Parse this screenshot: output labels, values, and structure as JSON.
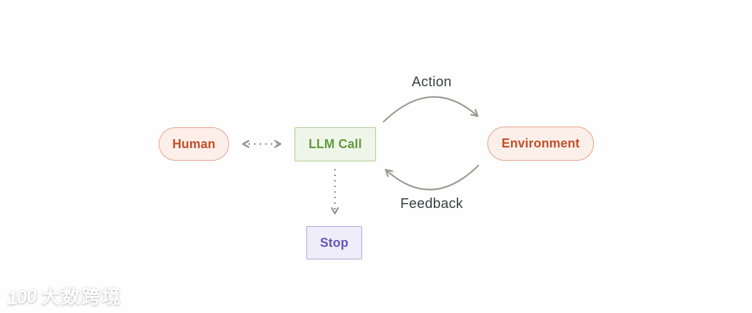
{
  "diagram": {
    "nodes": {
      "human": {
        "label": "Human"
      },
      "llm_call": {
        "label": "LLM Call"
      },
      "environment": {
        "label": "Environment"
      },
      "stop": {
        "label": "Stop"
      }
    },
    "edges": {
      "action": {
        "label": "Action"
      },
      "feedback": {
        "label": "Feedback"
      },
      "human_llm": {
        "style": "dashed-double-arrow"
      },
      "llm_stop": {
        "style": "dashed-arrow-down"
      }
    }
  },
  "watermark": {
    "logo": "100",
    "text": "大数跨境"
  },
  "colors": {
    "page_bg": "#FEFEFE",
    "pill_bg": "#FCEFE9",
    "pill_border": "#E4A385",
    "pill_text": "#C14F27",
    "llm_bg": "#EFF6E9",
    "llm_border": "#ABCB8F",
    "llm_text": "#63993E",
    "stop_bg": "#EFEDF9",
    "stop_border": "#ABA3DD",
    "stop_text": "#6057BD",
    "arrow_solid": "#9A9A97",
    "arrow_dashed": "#8E8E8C",
    "edge_label": "#3C4043"
  }
}
